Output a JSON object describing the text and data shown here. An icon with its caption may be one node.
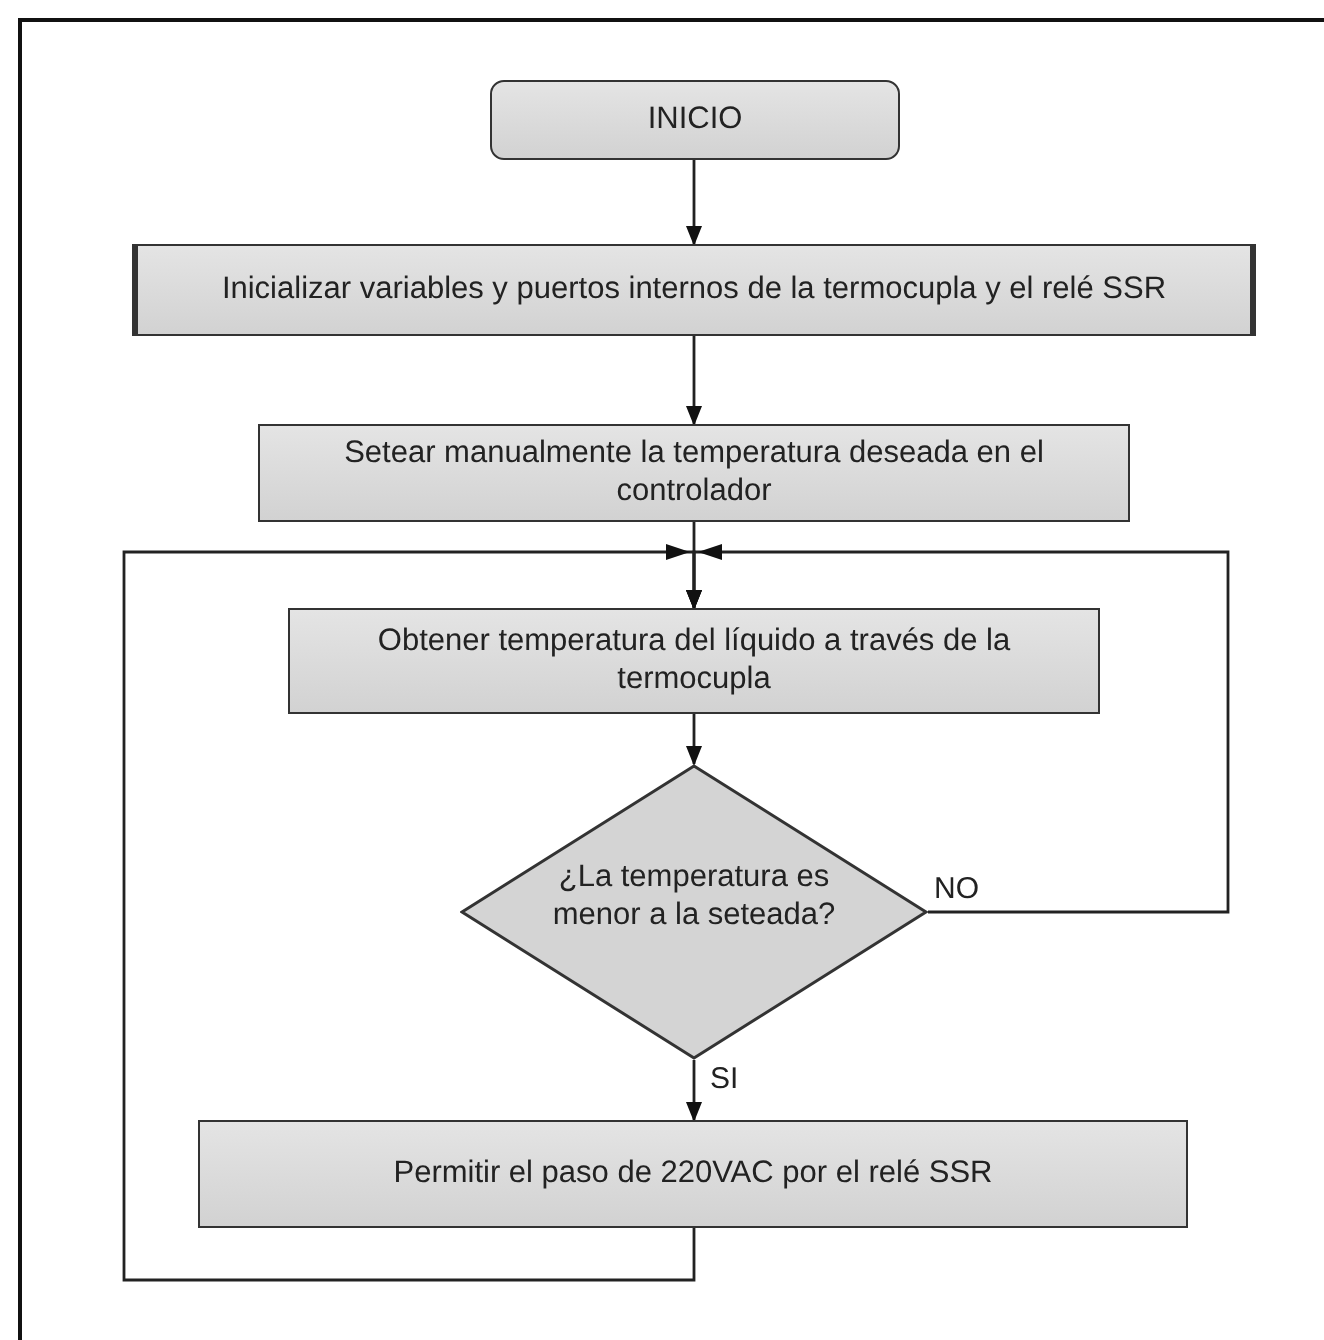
{
  "diagram": {
    "nodes": [
      {
        "text": [
          "INICIO"
        ]
      },
      {
        "text": [
          "Inicializar variables y puertos internos de la termocupla y el relé SSR"
        ]
      },
      {
        "text": [
          "Setear manualmente la temperatura deseada en el controlador"
        ]
      },
      {
        "text": [
          "Obtener temperatura del líquido a través de la termocupla"
        ]
      },
      {
        "text": [
          "¿La temperatura es menor a  la seteada?"
        ]
      },
      {
        "text": [
          "Permitir el paso de 220VAC por el relé SSR"
        ]
      }
    ],
    "edges": [
      {
        "from": 0,
        "to": 1,
        "arrow": "to"
      },
      {
        "from": 1,
        "to": 2,
        "arrow": "to"
      },
      {
        "from": 2,
        "to": 3,
        "arrow": "to"
      },
      {
        "from": 3,
        "to": 4,
        "arrow": "to"
      },
      {
        "from": 4,
        "to": 3,
        "arrow": "to",
        "label": "NO"
      },
      {
        "from": 4,
        "to": 5,
        "arrow": "to",
        "label": "SI"
      },
      {
        "from": 5,
        "to": 3,
        "arrow": "to"
      }
    ]
  }
}
